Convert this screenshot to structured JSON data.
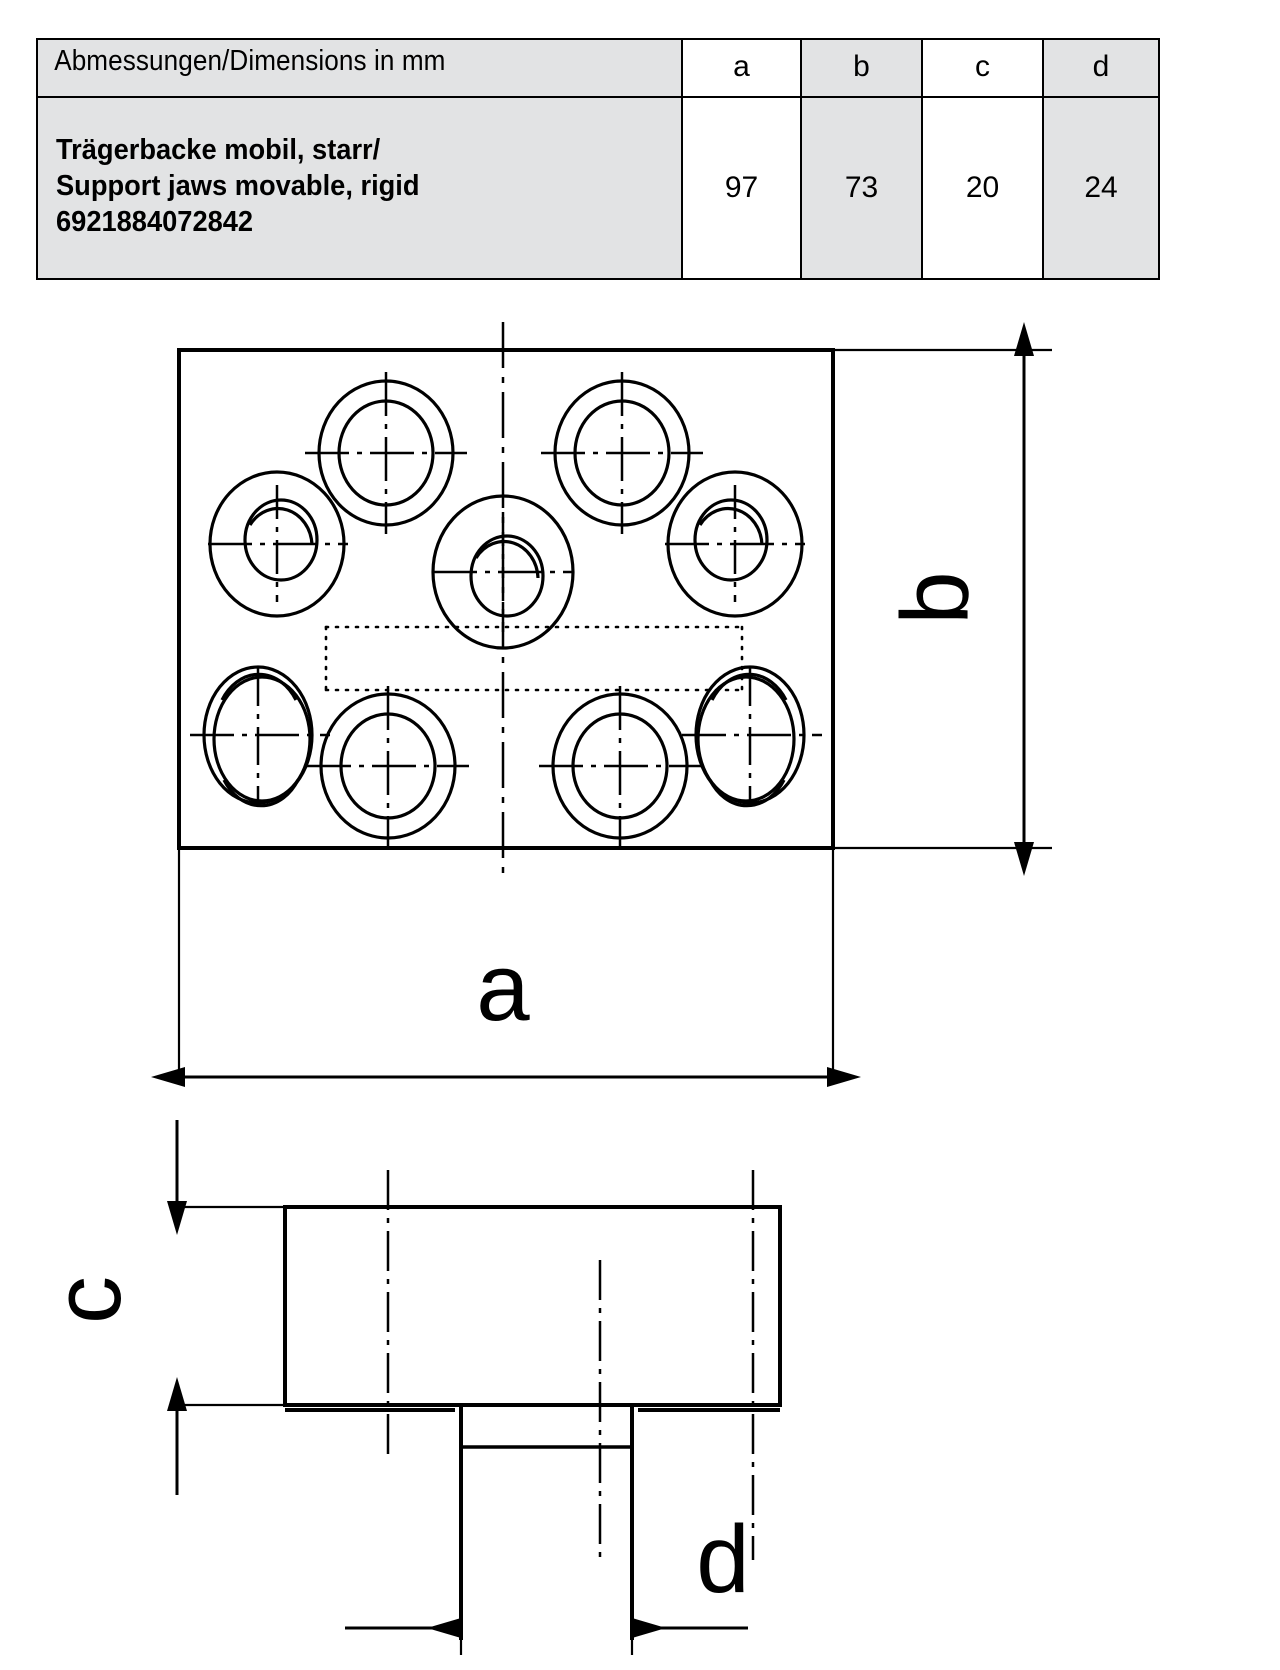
{
  "table": {
    "header": {
      "description": "Abmessungen/Dimensions in mm",
      "col_a": "a",
      "col_b": "b",
      "col_c": "c",
      "col_d": "d"
    },
    "row": {
      "name_line1": "Trägerbacke mobil, starr/",
      "name_line2": "Support jaws movable, rigid",
      "article_number": "6921884072842",
      "a": "97",
      "b": "73",
      "c": "20",
      "d": "24"
    }
  },
  "drawing": {
    "top_view": {
      "dimension_a_label": "a",
      "dimension_b_label": "b"
    },
    "side_view": {
      "dimension_c_label": "c",
      "dimension_d_label": "d"
    }
  },
  "colors": {
    "line": "#000000",
    "table_shaded": "#e2e3e4",
    "table_white": "#ffffff",
    "background": "#ffffff"
  }
}
